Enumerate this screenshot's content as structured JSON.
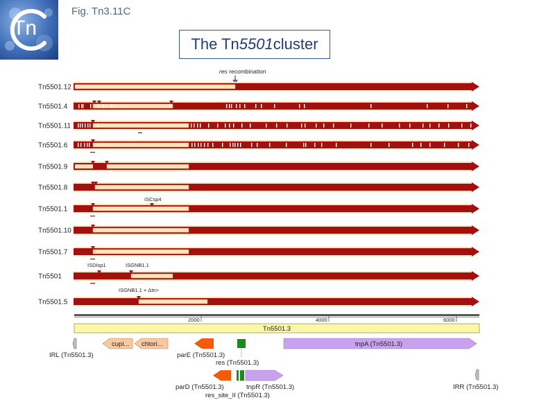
{
  "figure_label": "Fig. Tn3.11C",
  "logo_text": "Tn",
  "title": {
    "prefix": "The Tn",
    "italic": "5501",
    "suffix": " cluster"
  },
  "annotation": {
    "italic": "res",
    "text": " recombination"
  },
  "insertion_labels": {
    "iscsp4": "ISCsp4",
    "isdisp1": "ISDIsp1",
    "isgnb11": "ISGNB1.1",
    "isgnb11_dtn": "ISGNB1.1 + Δtn>"
  },
  "ruler": {
    "ticks": [
      "2000",
      "4000",
      "6000"
    ]
  },
  "reference": {
    "name": "Tn5501.3"
  },
  "features": {
    "cupi": "cupi...",
    "chlori": "chlori...",
    "irl": "IRL (Tn5501.3)",
    "parE": "parE (Tn5501.3)",
    "res": "res (Tn5501.3)",
    "tnpA": "tnpA (Tn5501.3)",
    "parD": "parD (Tn5501.3)",
    "tnpR": "tnpR (Tn5501.3)",
    "res_site_II": "res_site_II (Tn5501.3)",
    "irr": "IRR (Tn5501.3)"
  },
  "rows": [
    {
      "name": "Tn5501.12"
    },
    {
      "name": "Tn5501.4"
    },
    {
      "name": "Tn5501.11"
    },
    {
      "name": "Tn5501.6"
    },
    {
      "name": "Tn5501.9"
    },
    {
      "name": "Tn5501.8"
    },
    {
      "name": "Tn5501.1"
    },
    {
      "name": "Tn5501.10"
    },
    {
      "name": "Tn5501.7"
    },
    {
      "name": "Tn5501"
    },
    {
      "name": "Tn5501.5"
    }
  ],
  "colors": {
    "dark_red": "#a31010",
    "light_peach": "#fde3bd",
    "light_yellow": "#fbf7a8",
    "orange": "#f25a0e",
    "peach": "#f7c9a0",
    "green": "#1a8a1a",
    "purple": "#c9a2ee",
    "blue": "#4a6ab5",
    "title_blue": "#1f3d73"
  }
}
